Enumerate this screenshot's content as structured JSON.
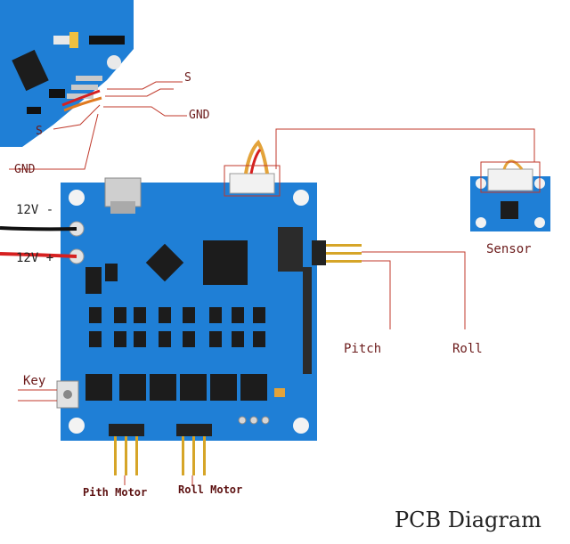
{
  "labels": {
    "s_top": "S",
    "gnd_top": "GND",
    "s_left": "S",
    "gnd_left": "GND",
    "v12_minus": "12V -",
    "v12_plus": "12V +",
    "sensor": "Sensor",
    "pitch": "Pitch",
    "roll": "Roll",
    "key": "Key",
    "pith_motor": "Pith Motor",
    "roll_motor": "Roll Motor"
  },
  "caption": "PCB Diagram",
  "colors": {
    "pcb": "#1f7fd6",
    "pcb_dark": "#155fa8",
    "chip": "#1c1c1c",
    "leader": "#c0392b",
    "wire_red": "#d62020",
    "wire_black": "#111111",
    "gold": "#d6a528"
  }
}
